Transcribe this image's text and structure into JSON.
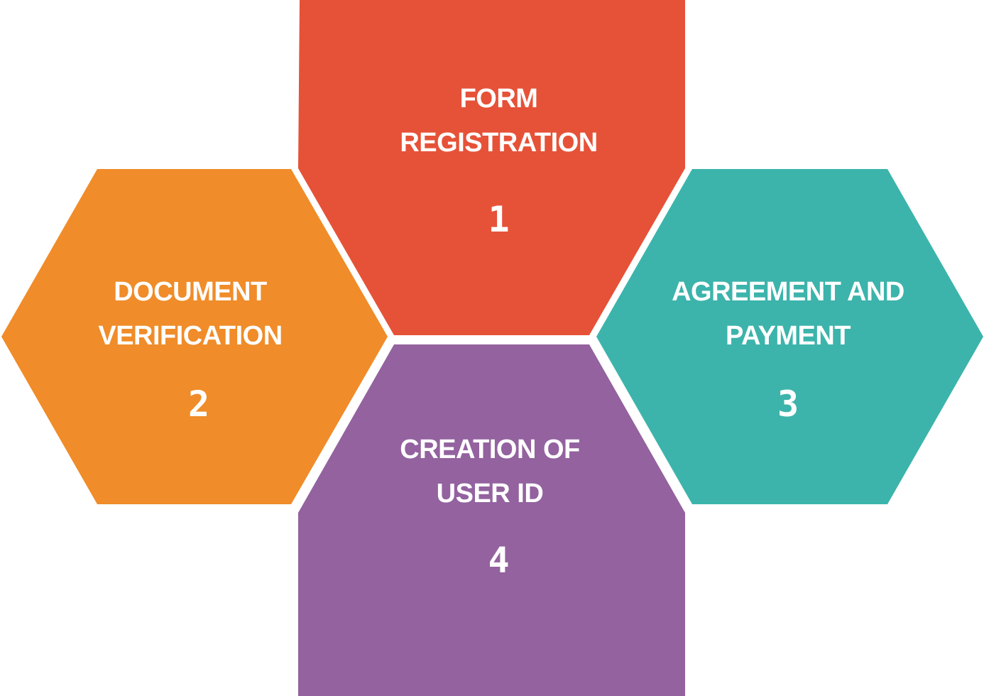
{
  "colors": {
    "step1": "#E65238",
    "step2": "#F08C29",
    "step3": "#3CB4AB",
    "step4": "#93629F"
  },
  "steps": [
    {
      "number": "1",
      "line1": "FORM",
      "line2": "REGISTRATION"
    },
    {
      "number": "2",
      "line1": "DOCUMENT",
      "line2": "VERIFICATION"
    },
    {
      "number": "3",
      "line1": "AGREEMENT AND",
      "line2": "PAYMENT"
    },
    {
      "number": "4",
      "line1": "CREATION OF",
      "line2": "USER ID"
    }
  ]
}
